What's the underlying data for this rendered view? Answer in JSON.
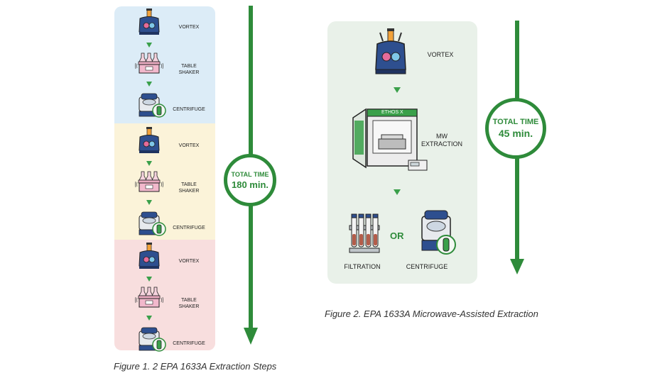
{
  "figure1": {
    "caption": "Figure 1. 2 EPA 1633A Extraction Steps",
    "colors": {
      "band1": "#dcecf7",
      "band2": "#fbf3d9",
      "band3": "#f8dede",
      "accent": "#2e8b3a"
    },
    "bands": [
      {
        "steps": [
          {
            "label": "VORTEX",
            "icon": "vortex-mixer-icon"
          },
          {
            "label": "TABLE\nSHAKER",
            "icon": "table-shaker-icon"
          },
          {
            "label": "CENTRIFUGE",
            "icon": "centrifuge-icon"
          }
        ]
      },
      {
        "steps": [
          {
            "label": "VORTEX",
            "icon": "vortex-mixer-icon"
          },
          {
            "label": "TABLE\nSHAKER",
            "icon": "table-shaker-icon"
          },
          {
            "label": "CENTRIFUGE",
            "icon": "centrifuge-icon"
          }
        ]
      },
      {
        "steps": [
          {
            "label": "VORTEX",
            "icon": "vortex-mixer-icon"
          },
          {
            "label": "TABLE\nSHAKER",
            "icon": "table-shaker-icon"
          },
          {
            "label": "CENTRIFUGE",
            "icon": "centrifuge-icon"
          }
        ]
      }
    ],
    "total_time_label": "TOTAL TIME",
    "total_time_value": "180 min."
  },
  "figure2": {
    "caption": "Figure 2. EPA 1633A Microwave-Assisted Extraction",
    "colors": {
      "panel": "#e9f1e9",
      "accent": "#2e8b3a"
    },
    "vortex_label": "VORTEX",
    "mw_label": "MW\nEXTRACTION",
    "oven_brand": "ETHOS X",
    "filtration_label": "FILTRATION",
    "or_label": "OR",
    "centrifuge_label": "CENTRIFUGE",
    "total_time_label": "TOTAL TIME",
    "total_time_value": "45 min."
  }
}
